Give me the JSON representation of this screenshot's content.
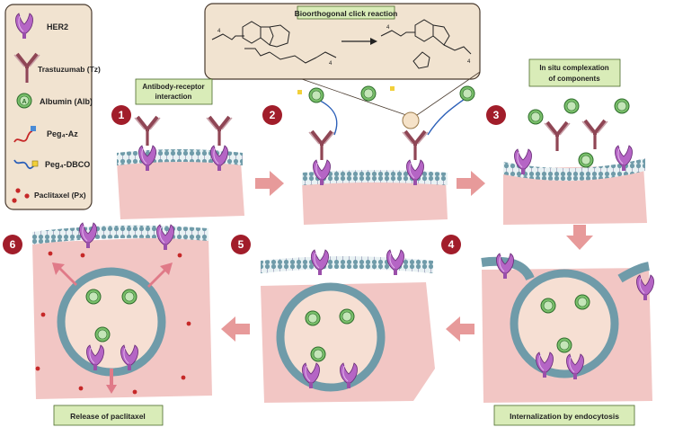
{
  "legend": {
    "items": [
      {
        "id": "her2",
        "label": "HER2"
      },
      {
        "id": "tz",
        "label": "Trastuzumab (Tz)"
      },
      {
        "id": "alb",
        "label": "Albumin (Alb)"
      },
      {
        "id": "azide",
        "label": "Peg₄-Az"
      },
      {
        "id": "dbco",
        "label": "Peg₄-DBCO"
      },
      {
        "id": "px",
        "label": "Paclitaxel (Px)"
      }
    ]
  },
  "reaction_box": {
    "title": "Bioorthogonal click reaction",
    "subscript_4": "4"
  },
  "labels": {
    "antibody_receptor": [
      "Antibody-receptor",
      "interaction"
    ],
    "in_situ": [
      "In situ complexation",
      "of components"
    ],
    "internalization": "Internalization by endocytosis",
    "release": "Release of paclitaxel"
  },
  "steps": [
    "1",
    "2",
    "3",
    "4",
    "5",
    "6"
  ],
  "albumin_letter": "A",
  "colors": {
    "panel_bg": "#f1e3d0",
    "label_bg": "#d9ecb8",
    "cell": "#f2c6c4",
    "membrane": "#6f9ba9",
    "step_circle": "#a11d2a",
    "arrow": "#e79a9a",
    "her2": "#b565c5",
    "antibody": "#8f4655",
    "albumin": "#79bf6a"
  }
}
